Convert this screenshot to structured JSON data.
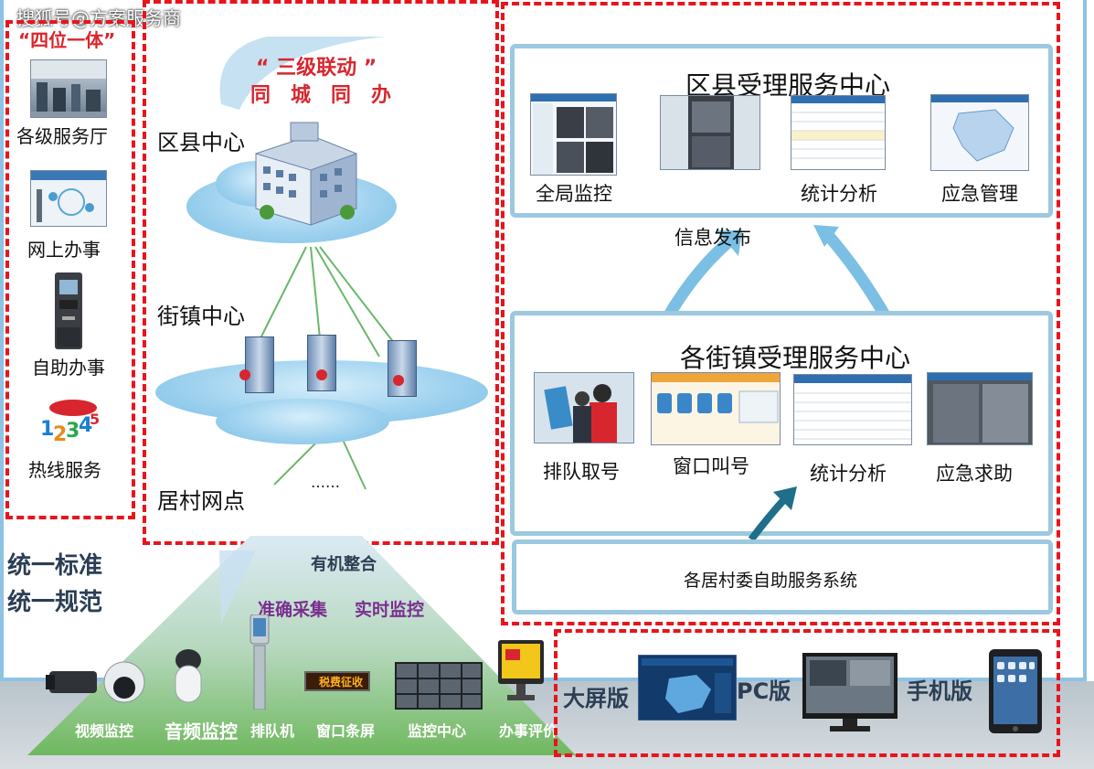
{
  "watermark": "搜狐号@方案服务商",
  "left_panel": {
    "title": "“四位一体”",
    "items": [
      {
        "label": "各级服务厅",
        "icon": "service-hall-icon"
      },
      {
        "label": "网上办事",
        "icon": "online-service-icon"
      },
      {
        "label": "自助办事",
        "icon": "self-service-kiosk-icon"
      },
      {
        "label": "热线服务",
        "icon": "hotline-12345-icon"
      }
    ]
  },
  "middle_panel": {
    "slogan_line1": "“ 三级联动 ”",
    "slogan_line2": "同　城　同　办",
    "levels": {
      "county": "区县中心",
      "street": "街镇中心",
      "village": "居村网点"
    },
    "ellipsis": "……"
  },
  "right_panel": {
    "county_center": {
      "title": "区县受理服务中心",
      "items": [
        "全局监控",
        "统计分析",
        "应急管理"
      ]
    },
    "info_publish": "信息发布",
    "street_center": {
      "title": "各街镇受理服务中心",
      "items": [
        "排队取号",
        "窗口叫号",
        "统计分析",
        "应急求助"
      ]
    },
    "village_self_service": "各居村委自助服务系统"
  },
  "standards": {
    "line1": "统一标准",
    "line2": "统一规范"
  },
  "pyramid": {
    "top_label": "有机整合",
    "sub_label_left": "准确采集",
    "sub_label_right": "实时监控",
    "devices": [
      "视频监控",
      "音频监控",
      "排队机",
      "窗口条屏",
      "监控中心",
      "办事评价"
    ],
    "led_text": "税费征收"
  },
  "terminals": {
    "big_screen": "大屏版",
    "pc": "PC版",
    "mobile": "手机版"
  },
  "colors": {
    "dashed_border": "#e8141d",
    "panel_border": "#9cc8e0",
    "arrow_blue": "#7cbfe4",
    "arrow_teal": "#1f6f8a",
    "slogan_red": "#d8262e",
    "purple": "#7a2f8e"
  }
}
